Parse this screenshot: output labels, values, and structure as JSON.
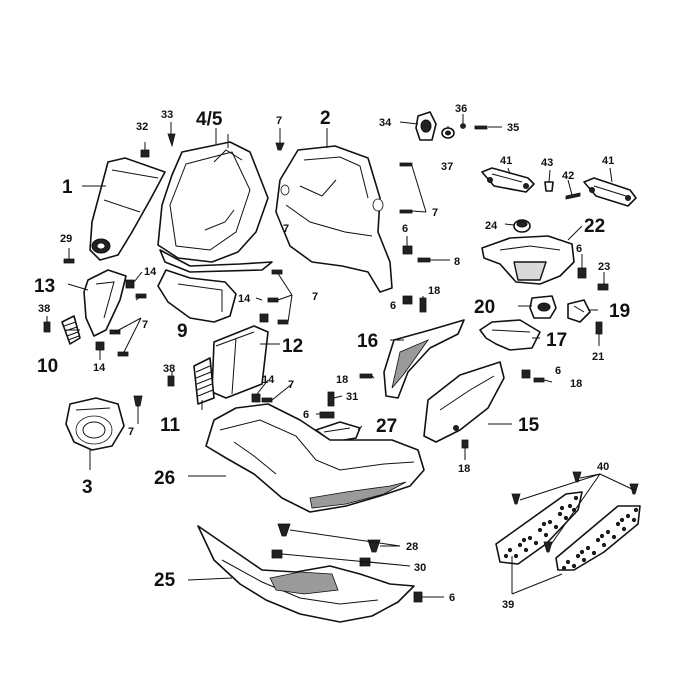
{
  "labels": {
    "l1": "1",
    "l2": "2",
    "l3": "3",
    "l45": "4/5",
    "l6a": "6",
    "l6b": "6",
    "l6c": "6",
    "l6d": "6",
    "l6e": "6",
    "l6f": "6",
    "l7a": "7",
    "l7b": "7",
    "l7c": "7",
    "l7d": "7",
    "l7e": "7",
    "l7f": "7",
    "l7g": "7",
    "l8": "8",
    "l9": "9",
    "l10": "10",
    "l11": "11",
    "l12": "12",
    "l13": "13",
    "l14a": "14",
    "l14b": "14",
    "l14c": "14",
    "l14d": "14",
    "l15": "15",
    "l16": "16",
    "l17": "17",
    "l18a": "18",
    "l18b": "18",
    "l18c": "18",
    "l18d": "18",
    "l19": "19",
    "l20": "20",
    "l21": "21",
    "l22": "22",
    "l23": "23",
    "l24": "24",
    "l25": "25",
    "l26": "26",
    "l27": "27",
    "l28": "28",
    "l29": "29",
    "l30": "30",
    "l31": "31",
    "l32": "32",
    "l33": "33",
    "l34": "34",
    "l35": "35",
    "l36": "36",
    "l37": "37",
    "l38a": "38",
    "l38b": "38",
    "l39": "39",
    "l40": "40",
    "l41a": "41",
    "l41b": "41",
    "l42": "42",
    "l43": "43"
  }
}
